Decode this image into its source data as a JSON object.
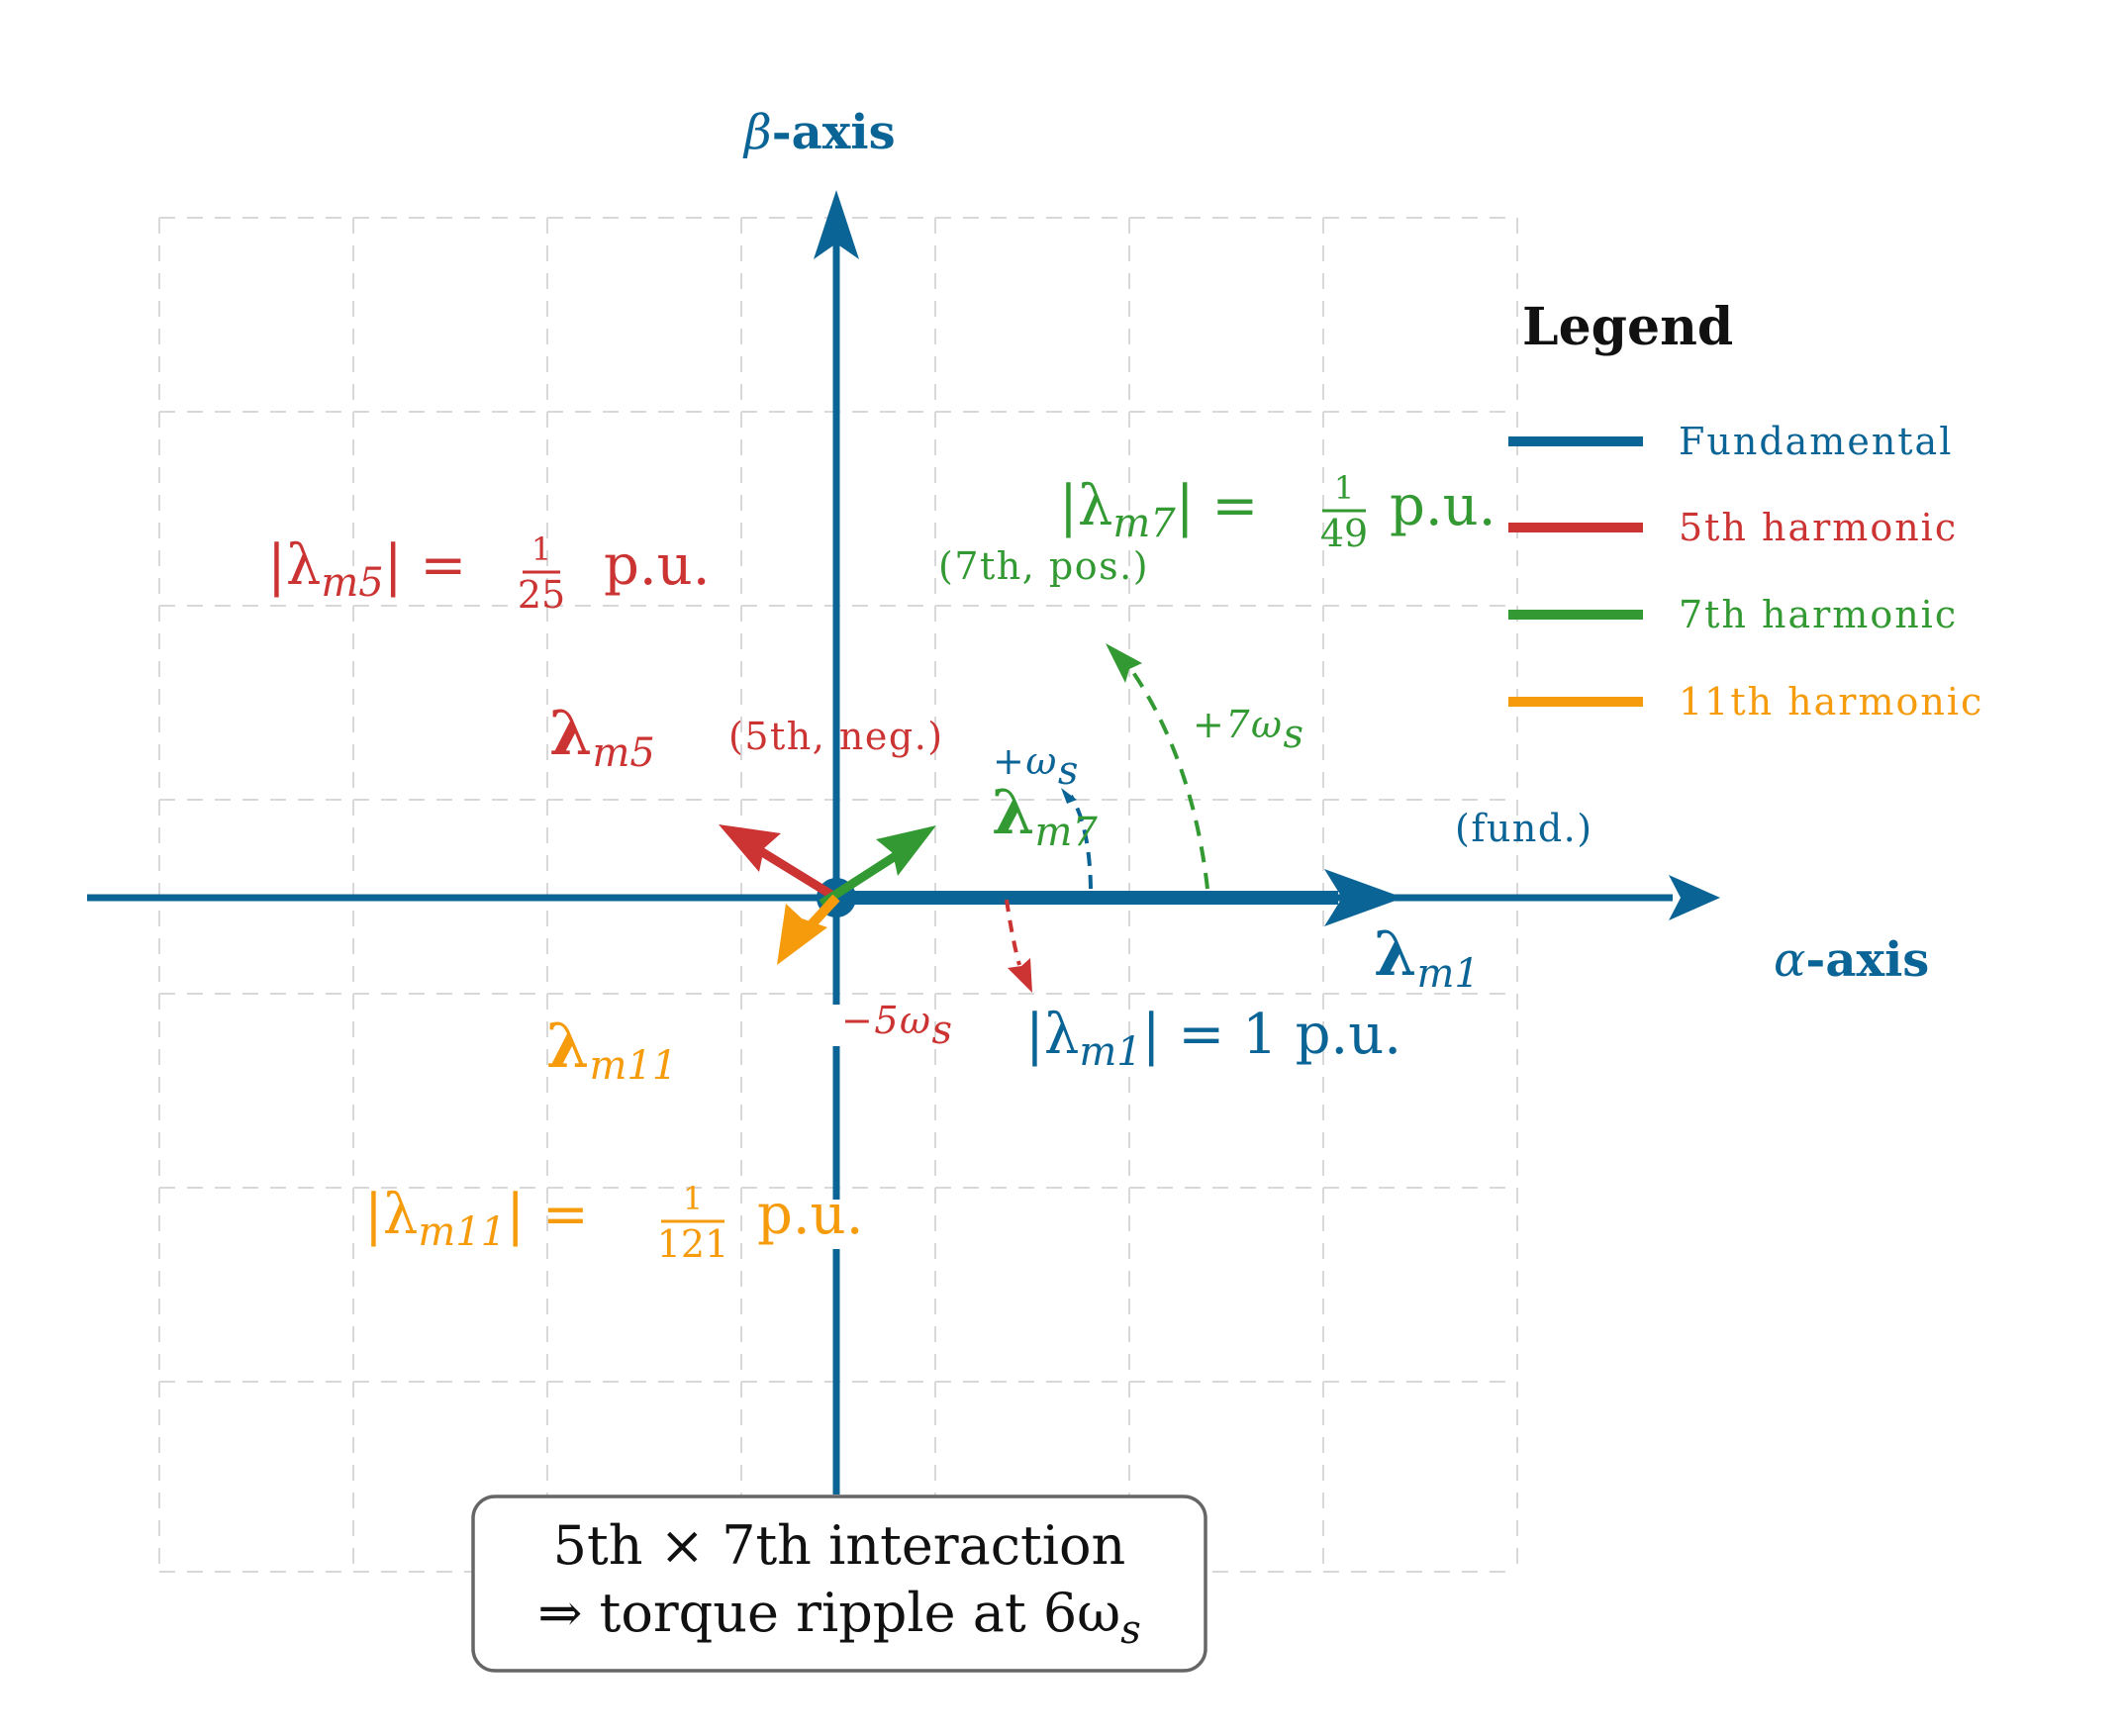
{
  "colors": {
    "fundamental": "#0b6496",
    "h5": "#cc3333",
    "h7": "#339933",
    "h11": "#f59b0c",
    "grid": "#d8d8d8",
    "text": "#111111"
  },
  "axes": {
    "alpha_symbol": "α",
    "alpha_word": "-axis",
    "beta_symbol": "β",
    "beta_word": "-axis"
  },
  "legend": {
    "title": "Legend",
    "items": [
      {
        "label": "Fundamental",
        "color": "#0b6496"
      },
      {
        "label": "5th harmonic",
        "color": "#cc3333"
      },
      {
        "label": "7th harmonic",
        "color": "#339933"
      },
      {
        "label": "11th harmonic",
        "color": "#f59b0c"
      }
    ]
  },
  "vectors": {
    "m1": {
      "symbol": "λ",
      "sub": "m1",
      "tag": "(fund.)",
      "mag_prefix": "|λ",
      "mag_sub": "m1",
      "mag_suffix": "| = 1 p.u.",
      "rotation": "+ω",
      "rotation_sub": "s"
    },
    "m5": {
      "symbol": "λ",
      "sub": "m5",
      "tag": "(5th, neg.)",
      "mag_prefix": "|λ",
      "mag_sub": "m5",
      "mag_mid": "| = ",
      "frac_num": "1",
      "frac_den": "25",
      "mag_unit": "p.u.",
      "rotation": "−5ω",
      "rotation_sub": "s"
    },
    "m7": {
      "symbol": "λ",
      "sub": "m7",
      "tag": "(7th, pos.)",
      "mag_prefix": "|λ",
      "mag_sub": "m7",
      "mag_mid": "| = ",
      "frac_num": "1",
      "frac_den": "49",
      "mag_unit": "p.u.",
      "rotation": "+7ω",
      "rotation_sub": "s"
    },
    "m11": {
      "symbol": "λ",
      "sub": "m11",
      "mag_prefix": "|λ",
      "mag_sub": "m11",
      "mag_mid": "| = ",
      "frac_num": "1",
      "frac_den": "121",
      "mag_unit": "p.u."
    }
  },
  "note": {
    "line1": "5th × 7th interaction",
    "line2_prefix": "⇒ torque ripple at 6ω",
    "line2_sub": "s"
  }
}
